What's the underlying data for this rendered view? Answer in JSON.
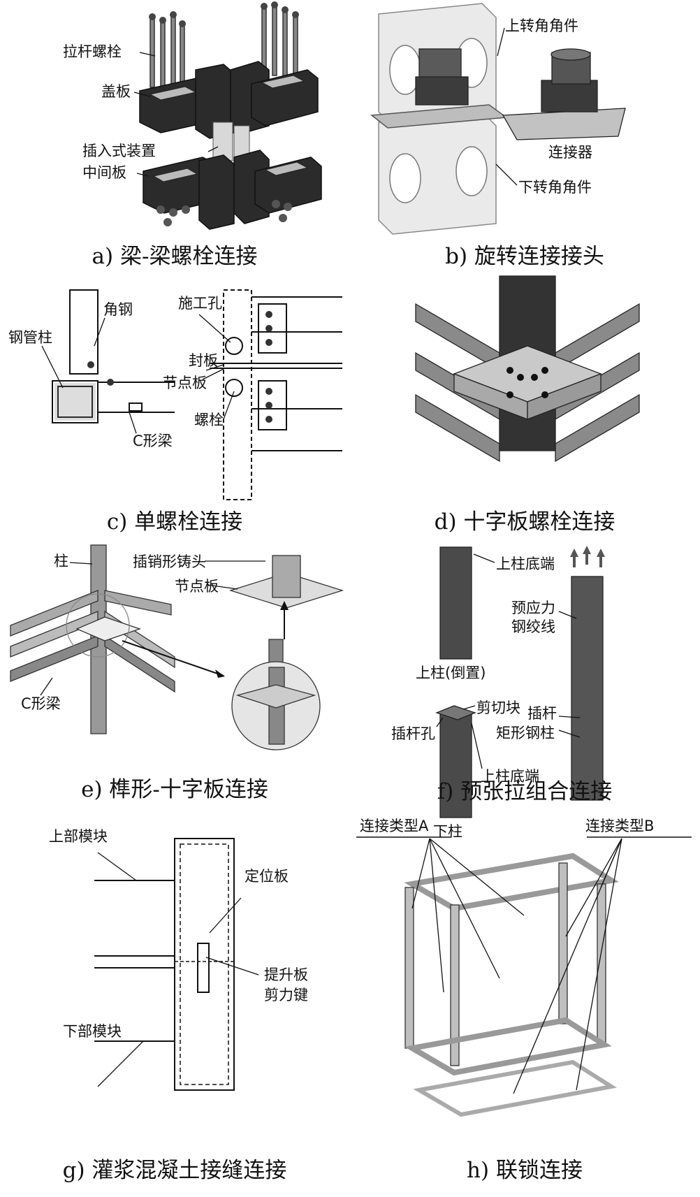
{
  "panels": {
    "a": {
      "caption": "a)  梁-梁螺栓连接",
      "labels": [
        "拉杆螺栓",
        "盖板",
        "插入式装置",
        "中间板"
      ]
    },
    "b": {
      "caption": "b)  旋转连接接头",
      "labels": [
        "上转角角件",
        "连接器",
        "下转角角件"
      ]
    },
    "c": {
      "caption": "c)  单螺栓连接",
      "labels": [
        "角钢",
        "钢管柱",
        "C形梁",
        "施工孔",
        "封板",
        "节点板",
        "螺栓"
      ]
    },
    "d": {
      "caption": "d)  十字板螺栓连接"
    },
    "e": {
      "caption": "e)  榫形-十字板连接",
      "labels": [
        "柱",
        "C形梁",
        "插销形铸头",
        "节点板"
      ]
    },
    "f": {
      "caption": "f)  预张拉组合连接",
      "labels": [
        "上柱底端",
        "上柱(倒置)",
        "剪切块",
        "插杆孔",
        "上柱底端",
        "下柱",
        "预应力",
        "钢绞线",
        "插杆",
        "矩形钢柱"
      ]
    },
    "g": {
      "caption": "g)  灌浆混凝土接缝连接",
      "labels": [
        "上部模块",
        "定位板",
        "提升板",
        "剪力键",
        "下部模块"
      ]
    },
    "h": {
      "caption": "h)  联锁连接",
      "labels": [
        "连接类型A",
        "连接类型B"
      ]
    }
  }
}
